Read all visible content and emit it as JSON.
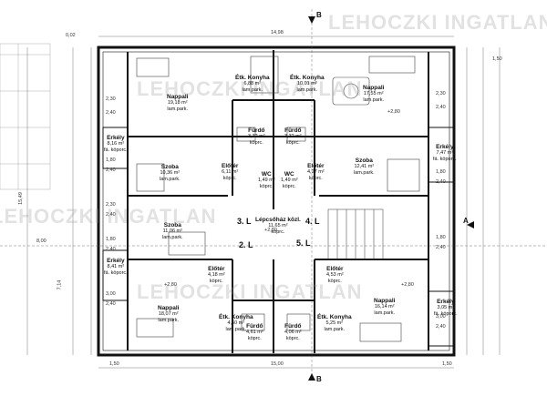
{
  "watermark": "LEHOCZKI INGATLAN",
  "section_marks": {
    "top": "B",
    "bottom": "B",
    "right": "A"
  },
  "levels": [
    "3. L",
    "4. L",
    "2. L",
    "5. L"
  ],
  "rooms": [
    {
      "id": "nappali-tl",
      "name": "Nappali",
      "area": "19,18 m²",
      "floor": "lam.park."
    },
    {
      "id": "etk-tl",
      "name": "Étk. Konyha",
      "area": "6,88 m²",
      "floor": "lam.park."
    },
    {
      "id": "etk-tr",
      "name": "Étk. Konyha",
      "area": "10,01 m²",
      "floor": "lam.park."
    },
    {
      "id": "nappali-tr",
      "name": "Nappali",
      "area": "17,55 m²",
      "floor": "lam.park."
    },
    {
      "id": "erkely-tl",
      "name": "Erkély",
      "area": "8,16 m²",
      "floor": "fá. köporc."
    },
    {
      "id": "furdo-tl",
      "name": "Fürdő",
      "area": "3,32 m²",
      "floor": "köprc."
    },
    {
      "id": "furdo-tr",
      "name": "Fürdő",
      "area": "3,32 m²",
      "floor": "köprc."
    },
    {
      "id": "erkely-tr",
      "name": "Erkély",
      "area": "7,47 m²",
      "floor": "fá. köporc."
    },
    {
      "id": "szoba-tl",
      "name": "Szoba",
      "area": "10,36 m²",
      "floor": "lam.park."
    },
    {
      "id": "eloter-tl",
      "name": "Előtér",
      "area": "6,11 m²",
      "floor": "köprc."
    },
    {
      "id": "wc-l",
      "name": "WC",
      "area": "1,49 m²",
      "floor": "köprc."
    },
    {
      "id": "wc-r",
      "name": "WC",
      "area": "1,49 m²",
      "floor": "köprc."
    },
    {
      "id": "eloter-tr",
      "name": "Előtér",
      "area": "4,27 m²",
      "floor": "köprc."
    },
    {
      "id": "szoba-tr",
      "name": "Szoba",
      "area": "12,41 m²",
      "floor": "lam.park."
    },
    {
      "id": "szoba-bl",
      "name": "Szoba",
      "area": "11,06 m²",
      "floor": "lam.park."
    },
    {
      "id": "lepcsohaz",
      "name": "Lépcsőház közl.",
      "area": "11,65 m²",
      "floor": "köprc."
    },
    {
      "id": "erkely-bl",
      "name": "Erkély",
      "area": "8,41 m²",
      "floor": "fá. köporc."
    },
    {
      "id": "eloter-bl",
      "name": "Előtér",
      "area": "4,18 m²",
      "floor": "köprc."
    },
    {
      "id": "eloter-br",
      "name": "Előtér",
      "area": "4,53 m²",
      "floor": "köprc."
    },
    {
      "id": "nappali-bl",
      "name": "Nappali",
      "area": "18,07 m²",
      "floor": "lam.park."
    },
    {
      "id": "etk-bl",
      "name": "Étk. Konyha",
      "area": "4,60 m²",
      "floor": "lam.park."
    },
    {
      "id": "etk-br",
      "name": "Étk. Konyha",
      "area": "5,25 m²",
      "floor": "lam.park."
    },
    {
      "id": "nappali-br",
      "name": "Nappali",
      "area": "16,14 m²",
      "floor": "lam.park."
    },
    {
      "id": "erkely-br",
      "name": "Erkély",
      "area": "3,05 m²",
      "floor": "fá. köporc."
    },
    {
      "id": "furdo-bl",
      "name": "Fürdő",
      "area": "4,61 m²",
      "floor": "köprc."
    },
    {
      "id": "furdo-br",
      "name": "Fürdő",
      "area": "4,06 m²",
      "floor": "köprc."
    }
  ],
  "heights": [
    "+2,80",
    "+2,80",
    "+2,80",
    "+2,80"
  ],
  "dimensions": {
    "top_total": "14,98",
    "top_left": "0,02",
    "bottom_total": "15,00",
    "bottom_left": "1,50",
    "bottom_right": "1,50",
    "left_total": "15,49",
    "left_mid": "8,00",
    "left_lower": "7,14",
    "right_total": "1,50",
    "openings": [
      "2,30",
      "2,40",
      "2,30",
      "2,40",
      "1,80",
      "2,40",
      "1,80",
      "2,40",
      "2,30",
      "2,40",
      "3,00",
      "2,40",
      "3,00",
      "2,40",
      "1,80",
      "2,40",
      "1,80",
      "2,40"
    ]
  }
}
